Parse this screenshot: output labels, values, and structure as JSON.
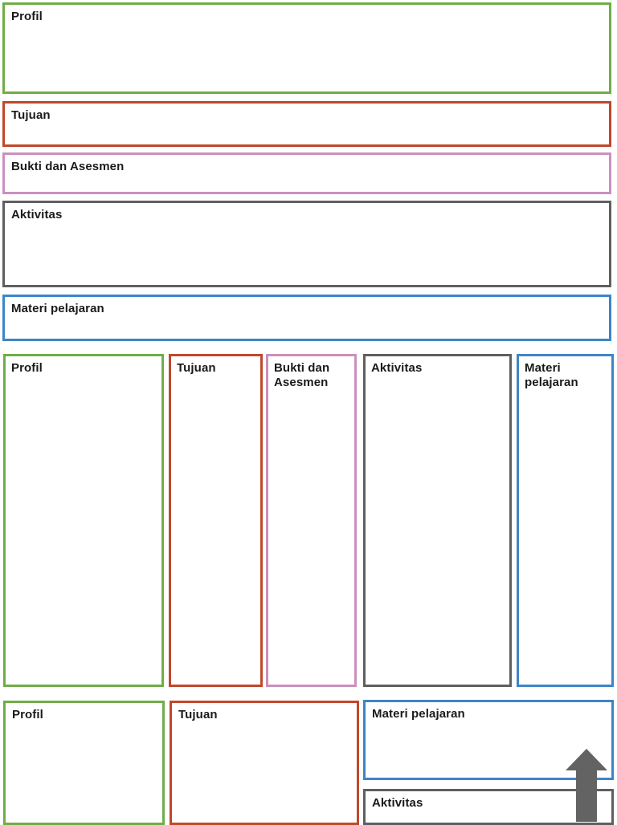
{
  "palette": {
    "green": "#70ad47",
    "red": "#c0482b",
    "pink": "#cc8fbe",
    "gray": "#5f5f5f",
    "blue": "#3d85c8",
    "arrow_gray": "#636363",
    "text": "#1a1a1a",
    "background": "#ffffff"
  },
  "labels": {
    "profil": "Profil",
    "tujuan": "Tujuan",
    "bukti": "Bukti dan Asesmen",
    "bukti_wrapped": "Bukti dan\nAsesmen",
    "aktivitas": "Aktivitas",
    "materi": "Materi pelajaran",
    "materi_wrapped": "Materi\npelajaran"
  },
  "sections": {
    "stacked": {
      "name": "stacked-rows",
      "boxes": [
        {
          "label": "Profil",
          "color": "green"
        },
        {
          "label": "Tujuan",
          "color": "red"
        },
        {
          "label": "Bukti dan Asesmen",
          "color": "pink"
        },
        {
          "label": "Aktivitas",
          "color": "gray"
        },
        {
          "label": "Materi pelajaran",
          "color": "blue"
        }
      ]
    },
    "columns": {
      "name": "column-row",
      "boxes": [
        {
          "label": "Profil",
          "color": "green"
        },
        {
          "label": "Tujuan",
          "color": "red"
        },
        {
          "label": "Bukti dan\nAsesmen",
          "color": "pink"
        },
        {
          "label": "Aktivitas",
          "color": "gray"
        },
        {
          "label": "Materi\npelajaran",
          "color": "blue"
        }
      ]
    },
    "bottom": {
      "name": "bottom-row",
      "boxes": [
        {
          "label": "Profil",
          "color": "green"
        },
        {
          "label": "Tujuan",
          "color": "red"
        },
        {
          "label": "Materi pelajaran",
          "color": "blue"
        },
        {
          "label": "Aktivitas",
          "color": "gray"
        }
      ],
      "arrow": {
        "icon": "arrow-up-icon",
        "color": "#636363",
        "direction": "up"
      }
    }
  }
}
